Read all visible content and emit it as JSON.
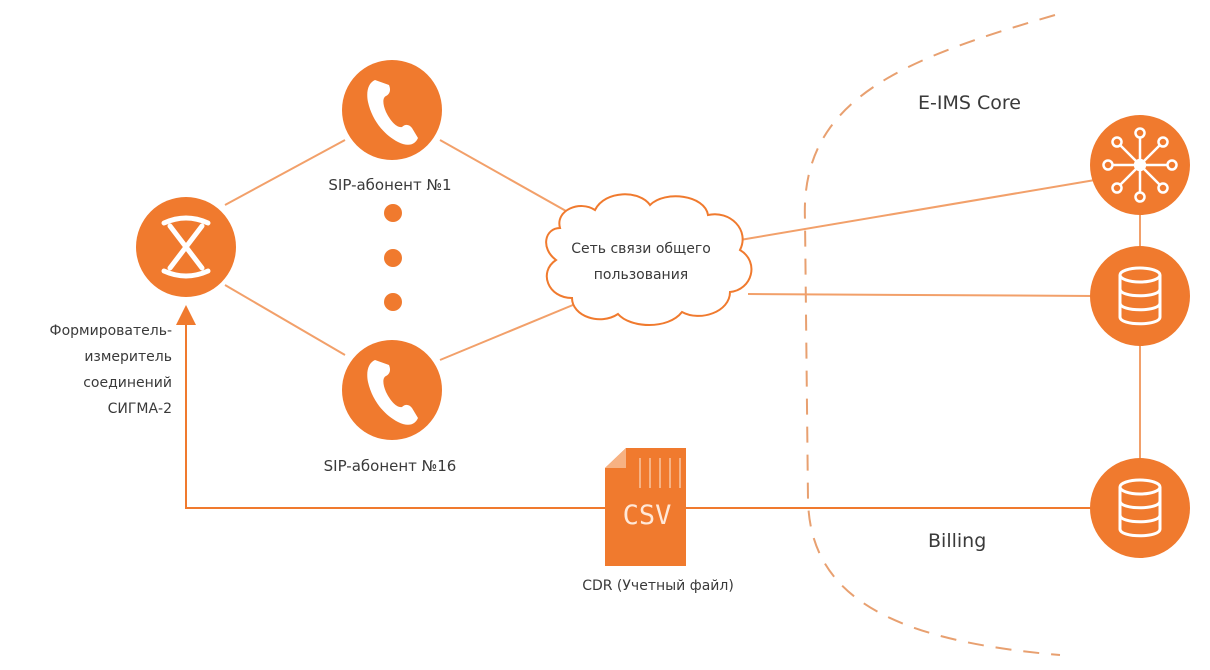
{
  "nodes": {
    "sigma": {
      "label": "Формирователь-\nизмеритель\nсоединений\nСИГМА-2",
      "icon": "hourglass-icon"
    },
    "sip1": {
      "label": "SIP-абонент №1",
      "icon": "phone-icon"
    },
    "sip16": {
      "label": "SIP-абонент №16",
      "icon": "phone-icon"
    },
    "cloud": {
      "label": "Сеть связи общего\nпользования",
      "icon": "cloud-icon"
    },
    "core_router": {
      "icon": "network-hub-icon"
    },
    "core_db": {
      "icon": "database-icon"
    },
    "billing_db": {
      "icon": "database-icon"
    },
    "cdr": {
      "label": "CDR (Учетный файл)",
      "file_text": "CSV",
      "icon": "csv-file-icon"
    }
  },
  "regions": {
    "core": {
      "label": "E-IMS Core"
    },
    "billing": {
      "label": "Billing"
    }
  },
  "colors": {
    "accent": "#f07a2e",
    "accent_dark": "#e06a1e",
    "line": "#f2a06a",
    "text": "#3a3a3a",
    "dashed": "#e8a070"
  }
}
